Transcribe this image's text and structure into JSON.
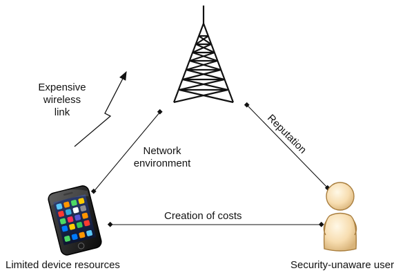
{
  "labels": {
    "expensive_link": [
      "Expensive",
      "wireless",
      "link"
    ],
    "network_environment": [
      "Network",
      "environment"
    ],
    "reputation": "Reputation",
    "creation_of_costs": "Creation of costs",
    "limited_device_resources": "Limited device resources",
    "security_unaware_user": "Security-unaware user"
  },
  "icons": {
    "tower": "cell-tower-icon",
    "phone": "smartphone-icon",
    "user": "user-icon"
  }
}
